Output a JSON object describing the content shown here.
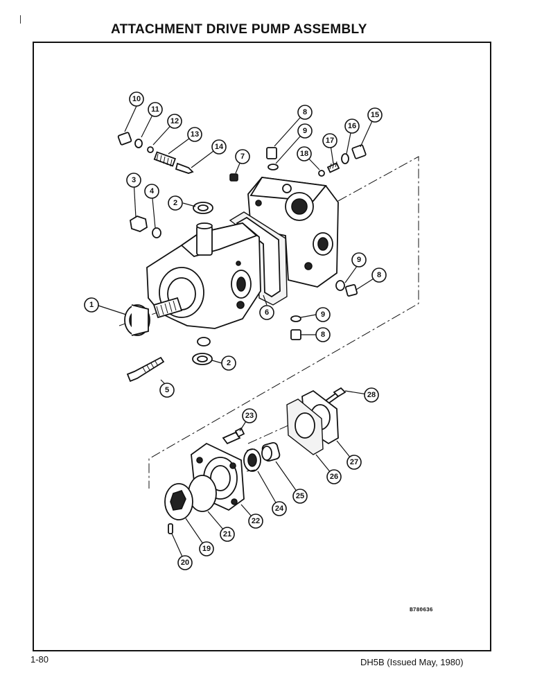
{
  "title": "ATTACHMENT DRIVE PUMP ASSEMBLY",
  "figure_code": "B780636",
  "page_number": "1-80",
  "footer": "DH5B (Issued May, 1980)",
  "callouts": [
    "1",
    "2",
    "2",
    "3",
    "4",
    "5",
    "6",
    "7",
    "8",
    "8",
    "8",
    "9",
    "9",
    "9",
    "10",
    "11",
    "12",
    "13",
    "14",
    "15",
    "16",
    "17",
    "18",
    "19",
    "20",
    "21",
    "22",
    "23",
    "24",
    "25",
    "26",
    "27",
    "28"
  ]
}
